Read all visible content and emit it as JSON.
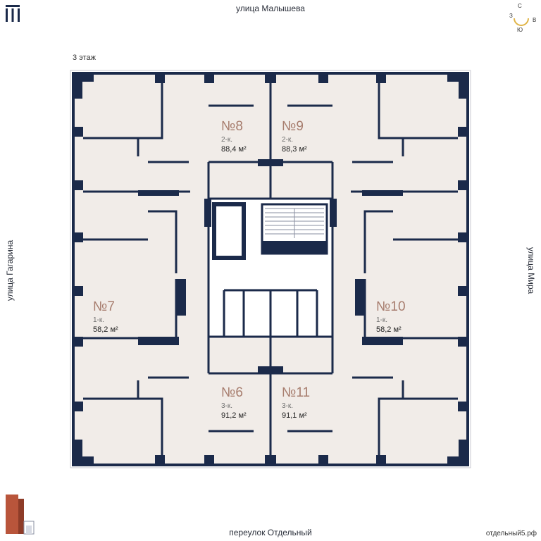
{
  "floor": {
    "label": "3 этаж"
  },
  "streets": {
    "top": "улица Малышева",
    "bottom": "переулок Отдельный",
    "left": "улица Гагарина",
    "right": "улица Мира"
  },
  "site": "отдельный5.рф",
  "compass": {
    "north": "С",
    "west": "З",
    "east": "В",
    "south": "Ю"
  },
  "colors": {
    "wall": "#1b2a4a",
    "room": "#f1ece8",
    "number": "#a77d6e",
    "accent": "#e0b446",
    "tower": "#b9553b"
  },
  "icons": {
    "logo": "brand-logo-icon",
    "compass": "compass-icon",
    "building": "building-thumbnail-icon"
  },
  "apartments": [
    {
      "number": "№8",
      "type": "2-к.",
      "area": "88,4 м²"
    },
    {
      "number": "№9",
      "type": "2-к.",
      "area": "88,3 м²"
    },
    {
      "number": "№7",
      "type": "1-к.",
      "area": "58,2 м²"
    },
    {
      "number": "№10",
      "type": "1-к.",
      "area": "58,2 м²"
    },
    {
      "number": "№6",
      "type": "3-к.",
      "area": "91,2 м²"
    },
    {
      "number": "№11",
      "type": "3-к.",
      "area": "91,1 м²"
    }
  ]
}
